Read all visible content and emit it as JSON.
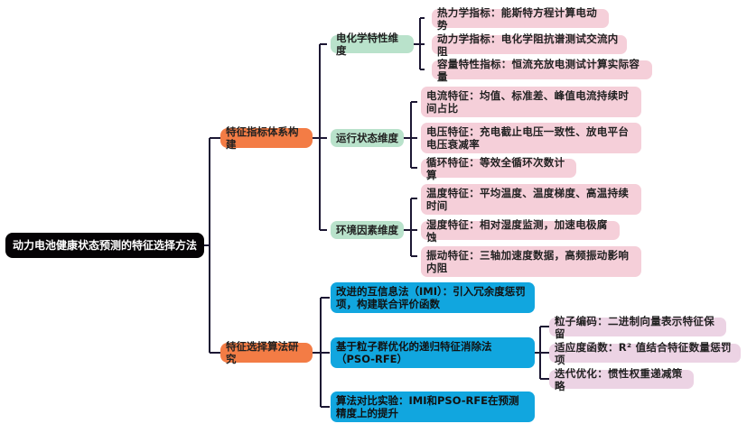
{
  "root": {
    "label": "动力电池健康状态预测的特征选择方法"
  },
  "branches": [
    {
      "label": "特征指标体系构建",
      "children": [
        {
          "label": "电化学特性维度",
          "children": [
            "热力学指标：能斯特方程计算电动势",
            "动力学指标：电化学阻抗谱测试交流内阻",
            "容量特性指标：恒流充放电测试计算实际容量"
          ]
        },
        {
          "label": "运行状态维度",
          "children": [
            "电流特征：均值、标准差、峰值电流持续时间占比",
            "电压特征：充电截止电压一致性、放电平台电压衰减率",
            "循环特征：等效全循环次数计算"
          ]
        },
        {
          "label": "环境因素维度",
          "children": [
            "温度特征：平均温度、温度梯度、高温持续时间",
            "湿度特征：相对湿度监测，加速电极腐蚀",
            "振动特征：三轴加速度数据，高频振动影响内阻"
          ]
        }
      ]
    },
    {
      "label": "特征选择算法研究",
      "children": [
        {
          "label": "改进的互信息法（IMI）：引入冗余度惩罚项，构建联合评价函数",
          "children": []
        },
        {
          "label": "基于粒子群优化的递归特征消除法（PSO-RFE）",
          "children": [
            "粒子编码：二进制向量表示特征保留",
            "适应度函数：R² 值结合特征数量惩罚项",
            "迭代优化：惯性权重递减策略"
          ]
        },
        {
          "label": "算法对比实验：IMI和PSO-RFE在预测精度上的提升",
          "children": []
        }
      ]
    }
  ],
  "colors": {
    "root": "#050305",
    "level1": "#f37c45",
    "level2_green": "#b9e2cb",
    "level2_blue": "#11a6df",
    "level3_pink": "#f5cfd9",
    "level3_mauve": "#ecd3e4",
    "connector": "#1c1733"
  }
}
